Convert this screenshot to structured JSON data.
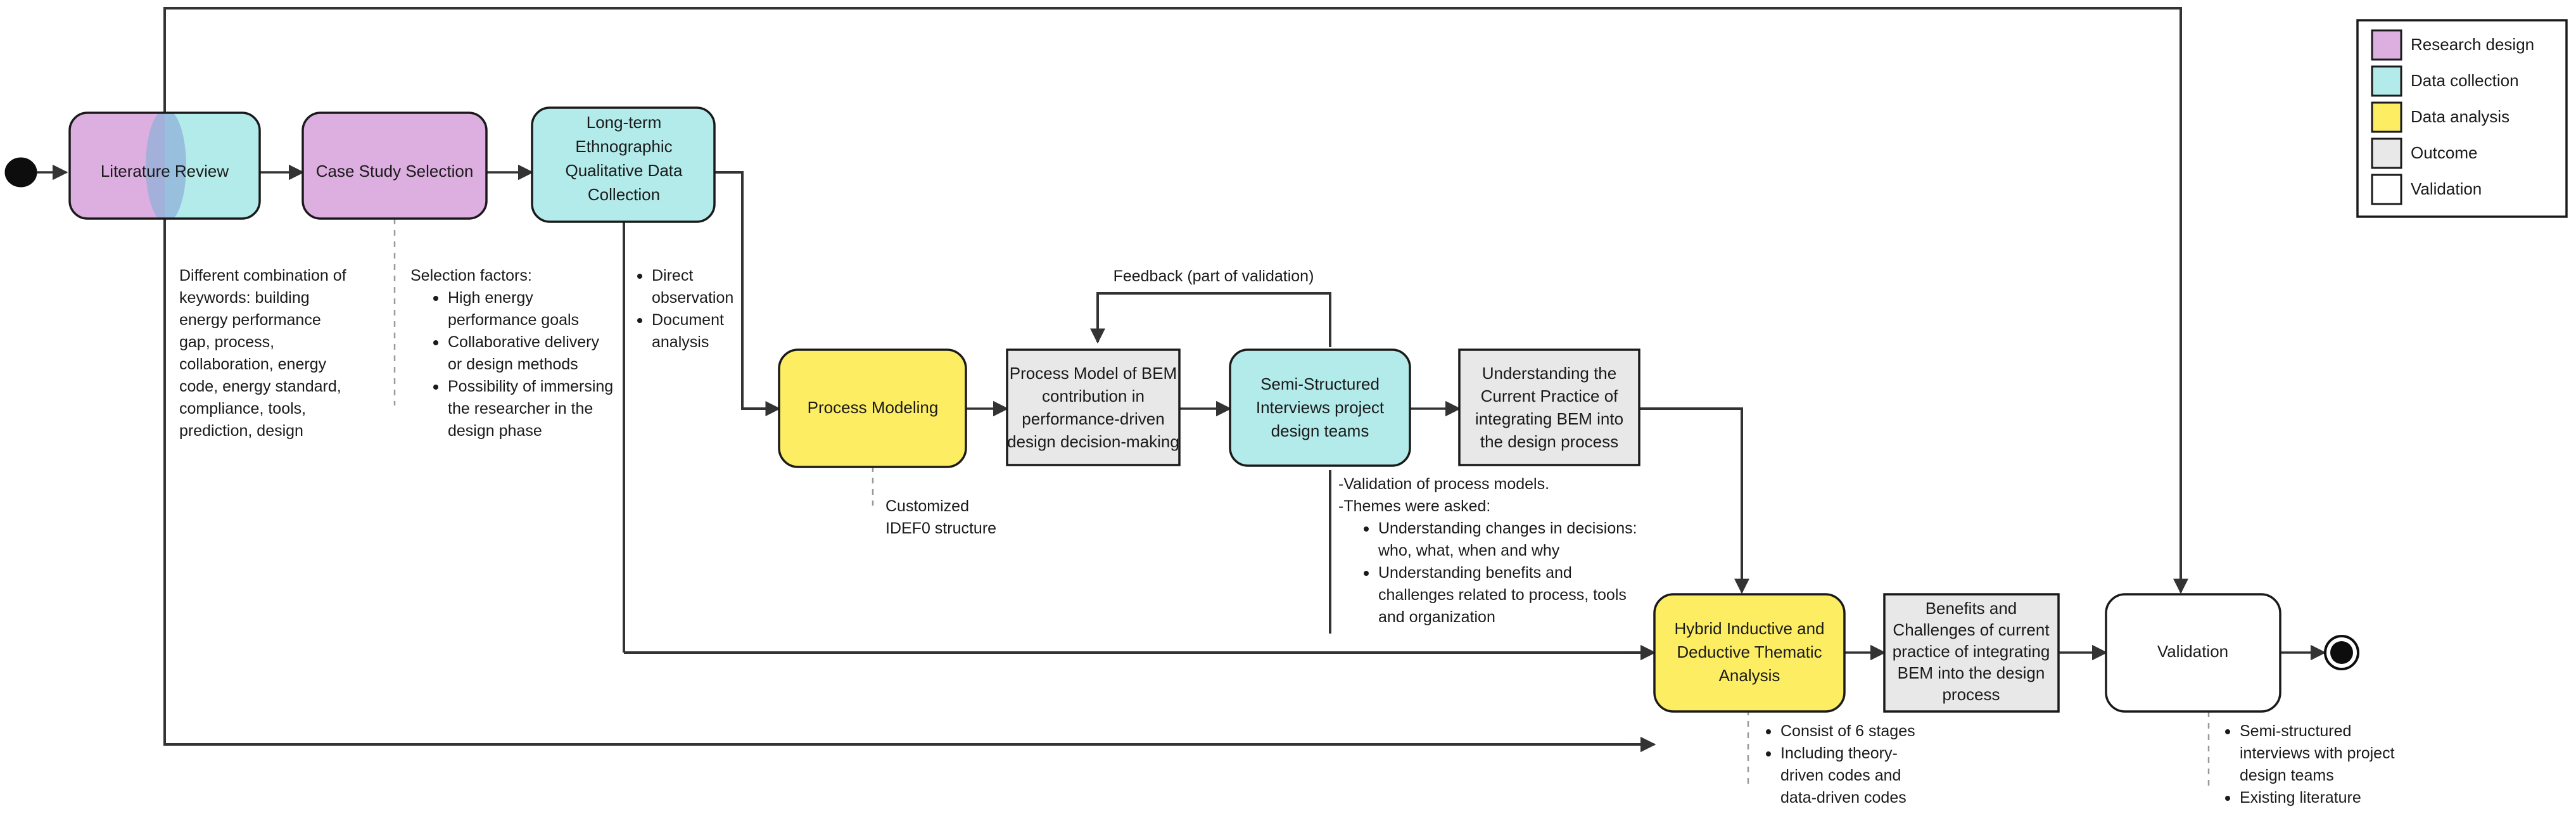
{
  "diagram": {
    "title": "Research methodology flowchart",
    "colors": {
      "research_design": "#ddaee0",
      "data_collection": "#b3eaea",
      "data_analysis": "#fced63",
      "outcome": "#e8e8e8",
      "validation": "#ffffff",
      "stroke": "#1a1a1a",
      "line": "#333333",
      "dashed": "#999999"
    },
    "nodes": {
      "start": {
        "name": "start-node",
        "label": ""
      },
      "literature_review": {
        "label": "Literature Review",
        "category": "research-design-and-data-collection"
      },
      "case_study_selection": {
        "label": "Case Study Selection",
        "category": "research-design"
      },
      "long_term_ethnographic": {
        "label": "Long-term Ethnographic Qualitative Data Collection",
        "lines": [
          "Long-term",
          "Ethnographic",
          "Qualitative Data",
          "Collection"
        ],
        "category": "data-collection"
      },
      "process_modeling": {
        "label": "Process Modeling",
        "lines": [
          "Process Modeling"
        ],
        "category": "data-analysis"
      },
      "process_model_bem": {
        "label": "Process Model of BEM contribution in performance-driven design decision-making",
        "lines": [
          "Process Model of BEM",
          "contribution in",
          "performance-driven",
          "design decision-making"
        ],
        "category": "outcome"
      },
      "semi_structured_interviews": {
        "label": "Semi-Structured Interviews project design teams",
        "lines": [
          "Semi-Structured",
          "Interviews project",
          "design teams"
        ],
        "category": "data-collection"
      },
      "understanding_current_practice": {
        "label": "Understanding the Current Practice of integrating BEM into the design process",
        "lines": [
          "Understanding the",
          "Current Practice of",
          "integrating BEM into",
          "the design process"
        ],
        "category": "outcome"
      },
      "hybrid_thematic_analysis": {
        "label": "Hybrid Inductive and Deductive Thematic Analysis",
        "lines": [
          "Hybrid Inductive and",
          "Deductive Thematic",
          "Analysis"
        ],
        "category": "data-analysis"
      },
      "benefits_challenges": {
        "label": "Benefits and Challenges of current practice of integrating BEM into the design process",
        "lines": [
          "Benefits and",
          "Challenges of current",
          "practice of integrating",
          "BEM into the design",
          "process"
        ],
        "category": "outcome"
      },
      "validation": {
        "label": "Validation",
        "lines": [
          "Validation"
        ],
        "category": "validation"
      },
      "end": {
        "name": "end-node",
        "label": ""
      }
    },
    "edge_labels": {
      "feedback": "Feedback (part of validation)"
    },
    "notes": {
      "literature_review_note": {
        "lines": [
          "Different combination of",
          "keywords: building",
          "energy performance",
          "gap, process,",
          "collaboration, energy",
          "code, energy standard,",
          "compliance, tools,",
          "prediction, design"
        ]
      },
      "case_study_note": {
        "heading": "Selection factors:",
        "bullets": [
          [
            "High energy",
            "performance goals"
          ],
          [
            "Collaborative delivery",
            "or design methods"
          ],
          [
            "Possibility of immersing",
            "the researcher in the",
            "design phase"
          ]
        ]
      },
      "data_collection_note": {
        "bullets": [
          [
            "Direct",
            "observation"
          ],
          [
            "Document",
            "analysis"
          ]
        ]
      },
      "process_modeling_note": {
        "lines": [
          "Customized",
          "IDEF0 structure"
        ]
      },
      "interviews_note": {
        "headings": [
          "-Validation of process models.",
          "-Themes were asked:"
        ],
        "bullets": [
          [
            "Understanding changes in decisions:",
            "who, what, when and why"
          ],
          [
            "Understanding benefits and",
            "challenges related to process, tools",
            "and organization"
          ]
        ]
      },
      "thematic_analysis_note": {
        "bullets": [
          [
            "Consist of 6 stages"
          ],
          [
            "Including theory-",
            "driven codes and",
            "data-driven codes"
          ]
        ]
      },
      "validation_note": {
        "bullets": [
          [
            "Semi-structured",
            "interviews with project",
            "design teams"
          ],
          [
            "Existing literature"
          ]
        ]
      }
    },
    "legend": {
      "items": [
        {
          "label": "Research design",
          "color": "#ddaee0"
        },
        {
          "label": "Data collection",
          "color": "#b3eaea"
        },
        {
          "label": "Data analysis",
          "color": "#fced63"
        },
        {
          "label": "Outcome",
          "color": "#e8e8e8"
        },
        {
          "label": "Validation",
          "color": "#ffffff"
        }
      ]
    }
  }
}
